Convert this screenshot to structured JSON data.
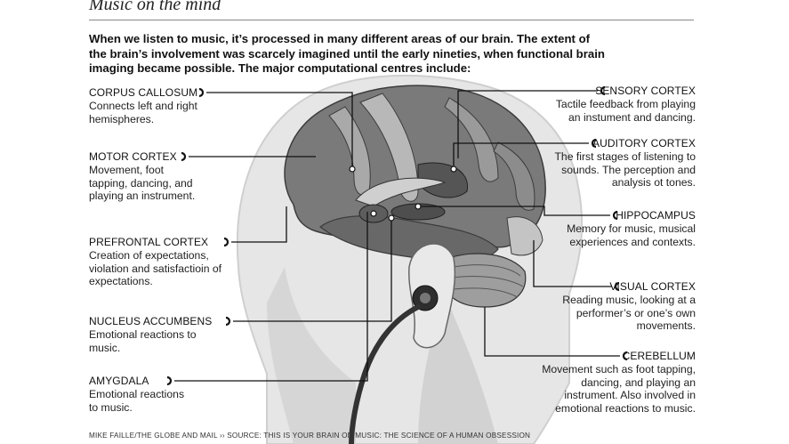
{
  "title": "Music on the mind",
  "intro": "When we listen to music, it’s processed in many different areas of our brain. The extent of the brain’s involvement was scarcely imagined until the early nineties, when functional brain imaging became possible. The major computational centres include:",
  "regions_left": [
    {
      "name": "CORPUS CALLOSUM",
      "desc": "Connects left and right hemispheres."
    },
    {
      "name": "MOTOR CORTEX",
      "desc": "Movement, foot tapping, dancing, and playing an instrument."
    },
    {
      "name": "PREFRONTAL CORTEX",
      "desc": "Creation of expectations, violation and satisfactioin of expectations."
    },
    {
      "name": "NUCLEUS ACCUMBENS",
      "desc": "Emotional reactions to music."
    },
    {
      "name": "AMYGDALA",
      "desc": "Emotional reactions to music."
    }
  ],
  "regions_right": [
    {
      "name": "SENSORY CORTEX",
      "desc": "Tactile feedback from playing an instument and dancing."
    },
    {
      "name": "AUDITORY CORTEX",
      "desc": "The first stages of listening to sounds. The perception and analysis ot tones."
    },
    {
      "name": "HIPPOCAMPUS",
      "desc": "Memory for music, musical experiences and contexts."
    },
    {
      "name": "VISUAL CORTEX",
      "desc": "Reading music, looking at a performer’s or one’s own movements."
    },
    {
      "name": "CEREBELLUM",
      "desc": "Movement such as foot tapping, dancing, and playing an instrument. Also involved in emotional reactions to music."
    }
  ],
  "credit": "MIKE FAILLE/THE GLOBE AND MAIL   ›› SOURCE: THIS IS YOUR BRAIN ON MUSIC: THE SCIENCE OF A HUMAN OBSESSION",
  "colors": {
    "brain_dark": "#6e6e6e",
    "brain_light": "#b9b9b9",
    "head": "#e3e3e3",
    "lines": "#111111"
  }
}
